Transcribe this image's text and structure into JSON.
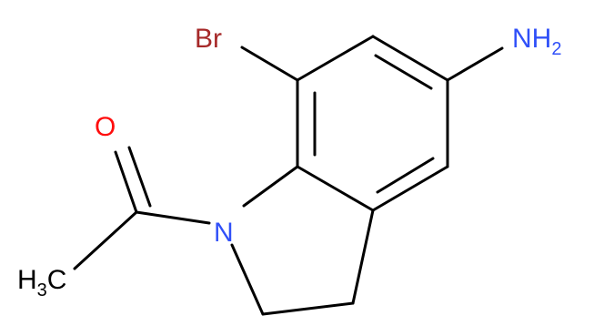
{
  "molecule": {
    "atoms": {
      "bromine": {
        "symbol": "Br",
        "color": "#a62929"
      },
      "amine": {
        "symbol": "NH",
        "subscript": "2",
        "color": "#3050f8"
      },
      "ring_nitrogen": {
        "symbol": "N",
        "color": "#3050f8"
      },
      "carbonyl_oxygen": {
        "symbol": "O",
        "color": "#ff0d0d"
      },
      "methyl": {
        "symbol": "H",
        "subscript": "3",
        "suffix": "C",
        "color": "#000000"
      }
    },
    "bond_color": "#000000"
  }
}
